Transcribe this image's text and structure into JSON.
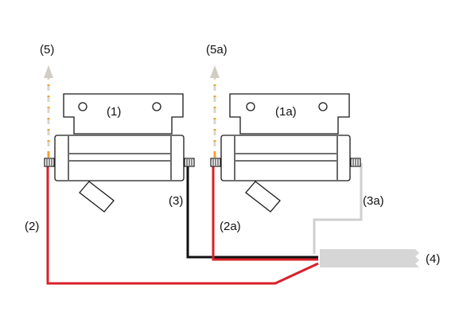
{
  "labels": {
    "valve1": "(1)",
    "valve1a": "(1a)",
    "wire2": "(2)",
    "wire2a": "(2a)",
    "wire3": "(3)",
    "wire3a": "(3a)",
    "cable4": "(4)",
    "arrow5": "(5)",
    "arrow5a": "(5a)"
  },
  "colors": {
    "red_wire": "#d8202a",
    "black_wire": "#111111",
    "grey_wire": "#cfcfcf",
    "cable_fill": "#d6d6d6",
    "arrow_orange": "#f0a030",
    "arrow_grey": "#d9d5cc",
    "arrowhead": "#d2cdc4"
  },
  "icons": [
    "solenoid-valve-icon",
    "terminal-screw-icon",
    "arrow-up-icon"
  ]
}
